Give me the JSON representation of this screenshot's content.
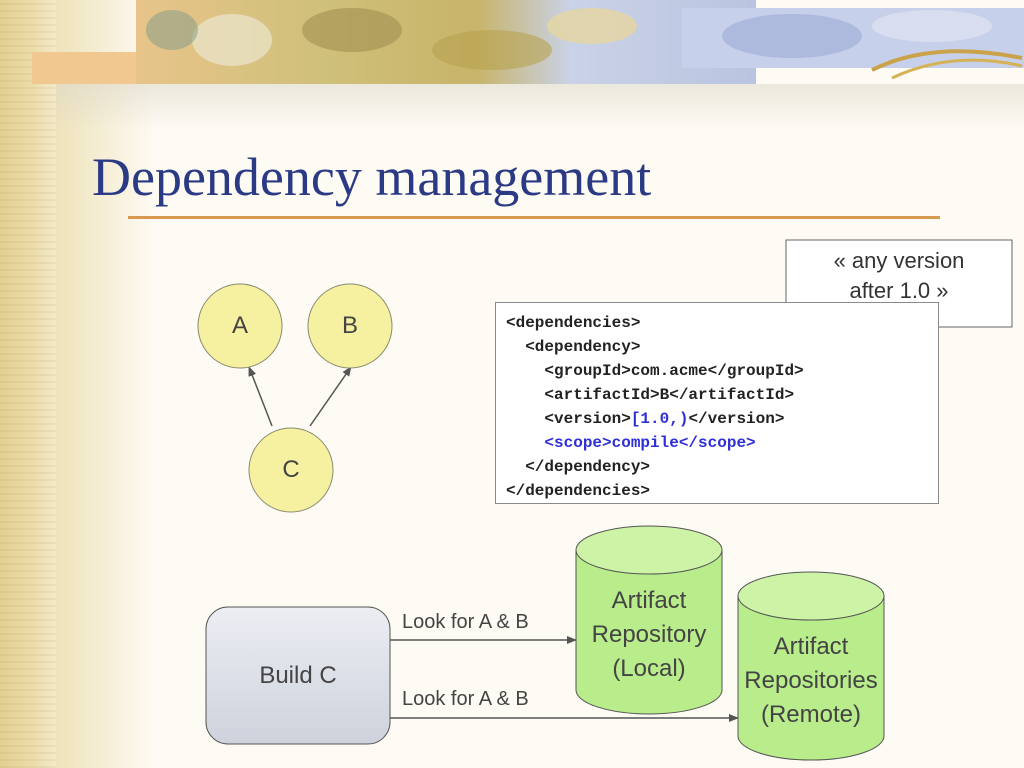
{
  "title": "Dependency management",
  "nodes": {
    "a": "A",
    "b": "B",
    "c": "C"
  },
  "code": {
    "lines": [
      "<dependencies>",
      "  <dependency>",
      "    <groupId>com.acme</groupId>",
      "    <artifactId>B</artifactId>"
    ],
    "version_open": "    <version>",
    "version_value": "[1.0,)",
    "version_close": "</version>",
    "scope_line": "    <scope>compile</scope>",
    "closing_lines": [
      "  </dependency>",
      "</dependencies>"
    ]
  },
  "callout": {
    "line1": "« any version",
    "line2": "after 1.0 »"
  },
  "build_node": "Build C",
  "repos": {
    "local": [
      "Artifact",
      "Repository",
      "(Local)"
    ],
    "remote": [
      "Artifact",
      "Repositories",
      "(Remote)"
    ]
  },
  "arrows": {
    "to_local": "Look for A & B",
    "to_remote": "Look for A & B"
  },
  "colors": {
    "title": "#2b3a85",
    "node_fill": "#f6f1a0",
    "repo_fill": "#b9ec8a",
    "build_fill": "#dde1ea",
    "code_highlight": "#2f2fd8",
    "rule": "#d89a4e"
  }
}
